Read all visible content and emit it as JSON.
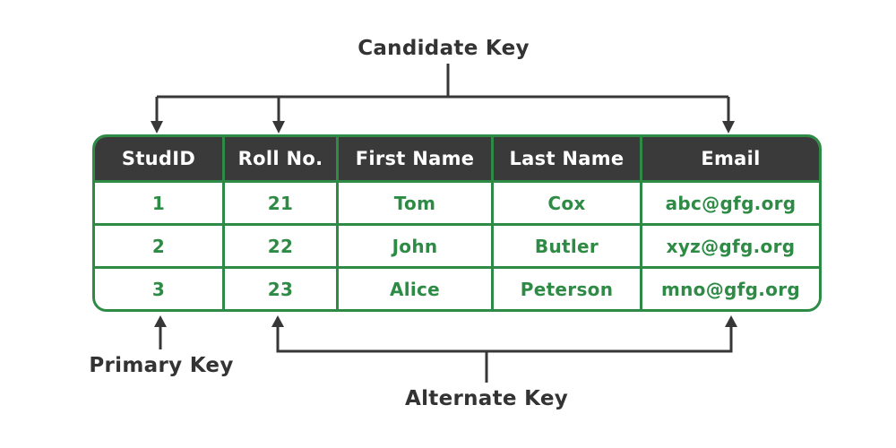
{
  "diagram": {
    "labels": {
      "candidate_key": "Candidate Key",
      "primary_key": "Primary Key",
      "alternate_key": "Alternate Key"
    },
    "table": {
      "headers": [
        "StudID",
        "Roll No.",
        "First Name",
        "Last Name",
        "Email"
      ],
      "rows": [
        [
          "1",
          "21",
          "Tom",
          "Cox",
          "abc@gfg.org"
        ],
        [
          "2",
          "22",
          "John",
          "Butler",
          "xyz@gfg.org"
        ],
        [
          "3",
          "23",
          "Alice",
          "Peterson",
          "mno@gfg.org"
        ]
      ]
    },
    "colors": {
      "accent_green": "#2e8b45",
      "header_background": "#3a3a3a",
      "connector_line": "#373737",
      "label_text": "#333333"
    }
  }
}
